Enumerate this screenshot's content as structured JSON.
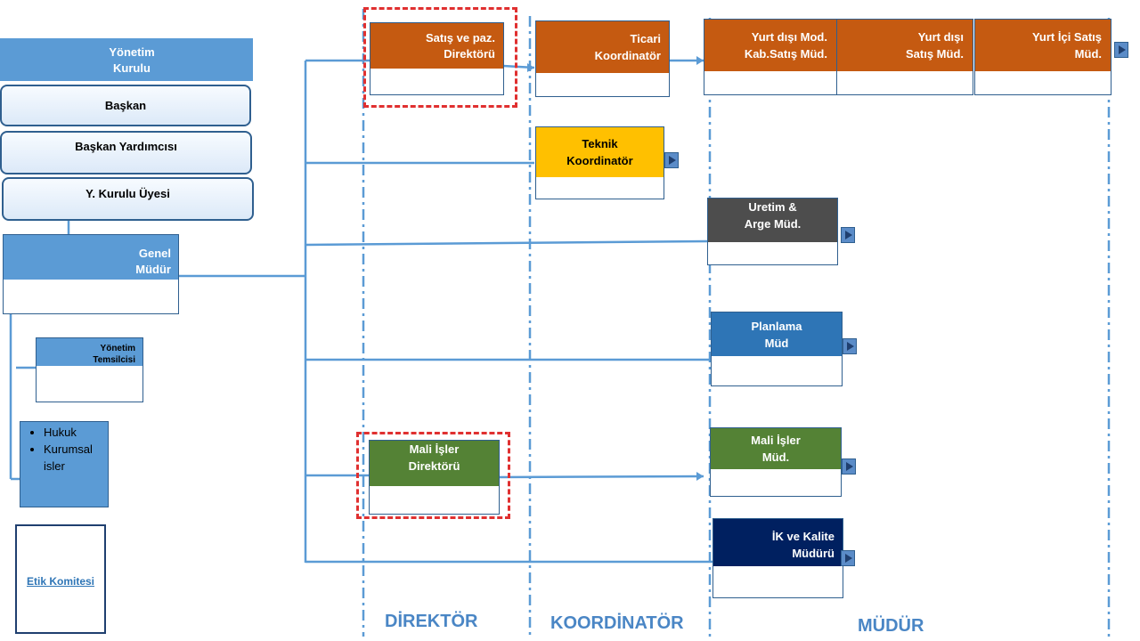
{
  "board": {
    "yonetim_kurulu": "Yönetim Kurulu",
    "baskan": "Başkan",
    "baskan_yardimcisi": "Başkan Yardımcısı",
    "kurul_uyesi": "Y. Kurulu Üyesi",
    "genel_mudur": "Genel Müdür",
    "yonetim_temsilcisi": "Yönetim Temsilcisi",
    "hukuk_items": [
      "Hukuk",
      "Kurumsal isler"
    ],
    "etik_komitesi": "Etik Komitesi"
  },
  "directors": {
    "satis": "Satış ve paz. Direktörü",
    "mali": "Mali İşler Direktörü"
  },
  "coordinators": {
    "ticari": "Ticari Koordinatör",
    "teknik": "Teknik Koordinatör"
  },
  "managers": {
    "yurtdisi_mod": "Yurt dışı  Mod. Kab.Satış Müd.",
    "yurtdisi_satis": "Yurt dışı Satış Müd.",
    "yurtici": "Yurt İçi Satış Müd.",
    "uretim": "Uretim & Arge Müd.",
    "planlama": "Planlama Müd",
    "mali": "Mali İşler Müd.",
    "ik": "İK ve Kalite Müdürü"
  },
  "columns": {
    "direktor": "DİREKTÖR",
    "koordinator": "KOORDİNATÖR",
    "mudur": "MÜDÜR"
  },
  "colors": {
    "blue_header": "#5b9bd5",
    "orange": "#c55a11",
    "yellow": "#ffc000",
    "dark_gray": "#4d4d4d",
    "mid_blue": "#2e75b6",
    "green": "#548235",
    "navy": "#002060",
    "red_dash": "#e03030"
  }
}
